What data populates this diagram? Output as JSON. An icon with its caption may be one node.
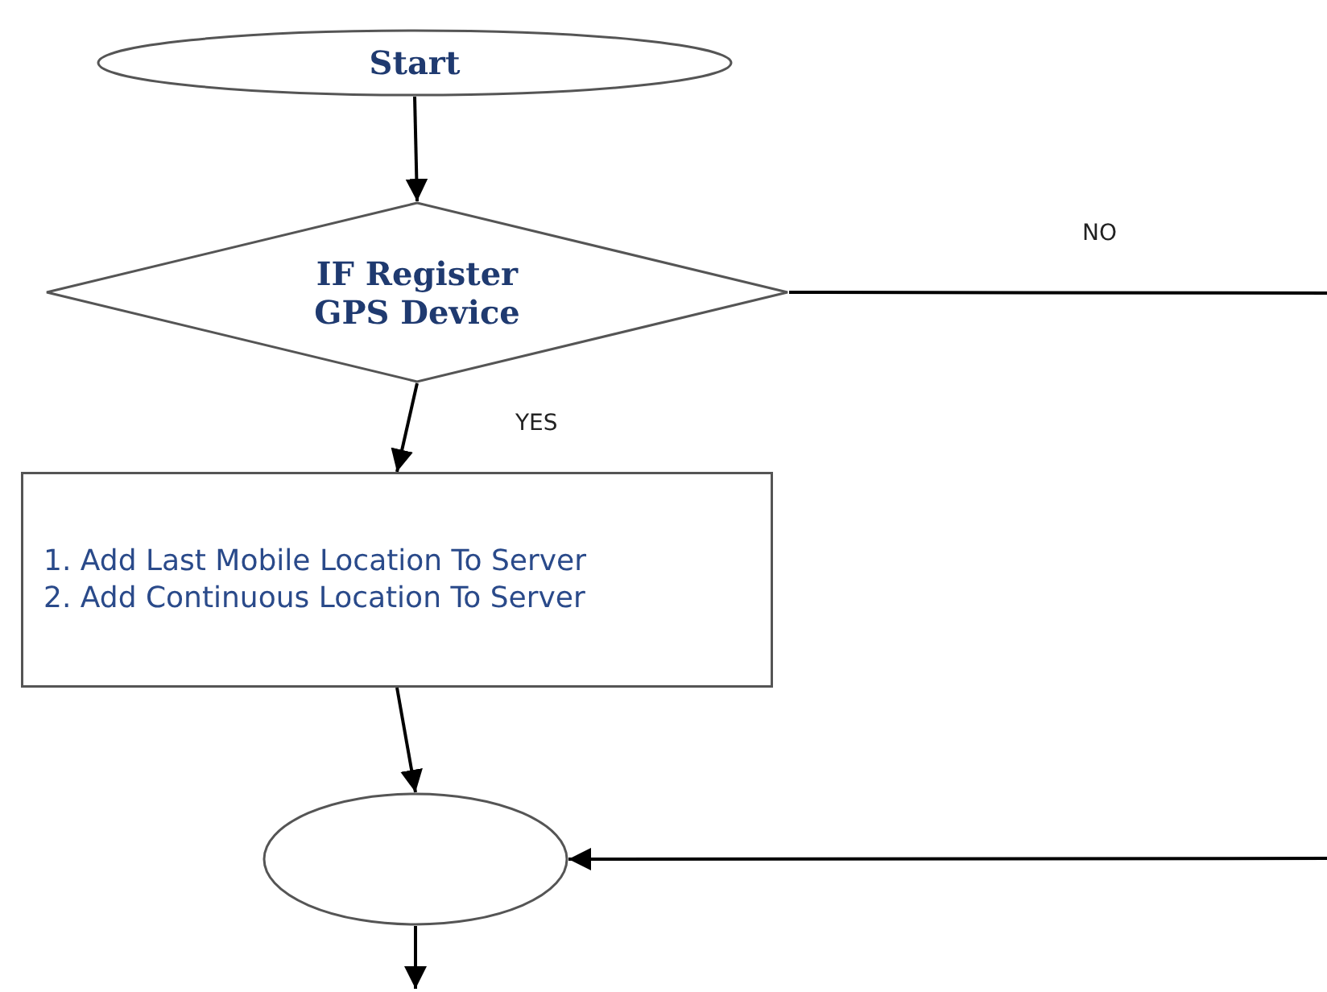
{
  "diagram": {
    "nodes": [
      {
        "text": [
          "Start"
        ]
      },
      {
        "text": [
          "IF Register GPS Device"
        ]
      },
      {
        "text": [
          "1. Add Last Mobile Location To Server",
          "2. Add Continuous Location To Server"
        ]
      },
      {
        "text": [],
        "shape": "circle"
      }
    ],
    "edges": [
      {
        "from": 0,
        "to": 1,
        "arrow": "to"
      },
      {
        "from": 1,
        "to": 2,
        "arrow": "to",
        "label": "YES"
      },
      {
        "from": 1,
        "to": null,
        "arrow": "none",
        "label": "NO"
      },
      {
        "from": null,
        "to": 3,
        "arrow": "to"
      },
      {
        "from": 2,
        "to": 3,
        "arrow": "to"
      },
      {
        "from": 3,
        "to": null,
        "arrow": "to"
      }
    ]
  }
}
